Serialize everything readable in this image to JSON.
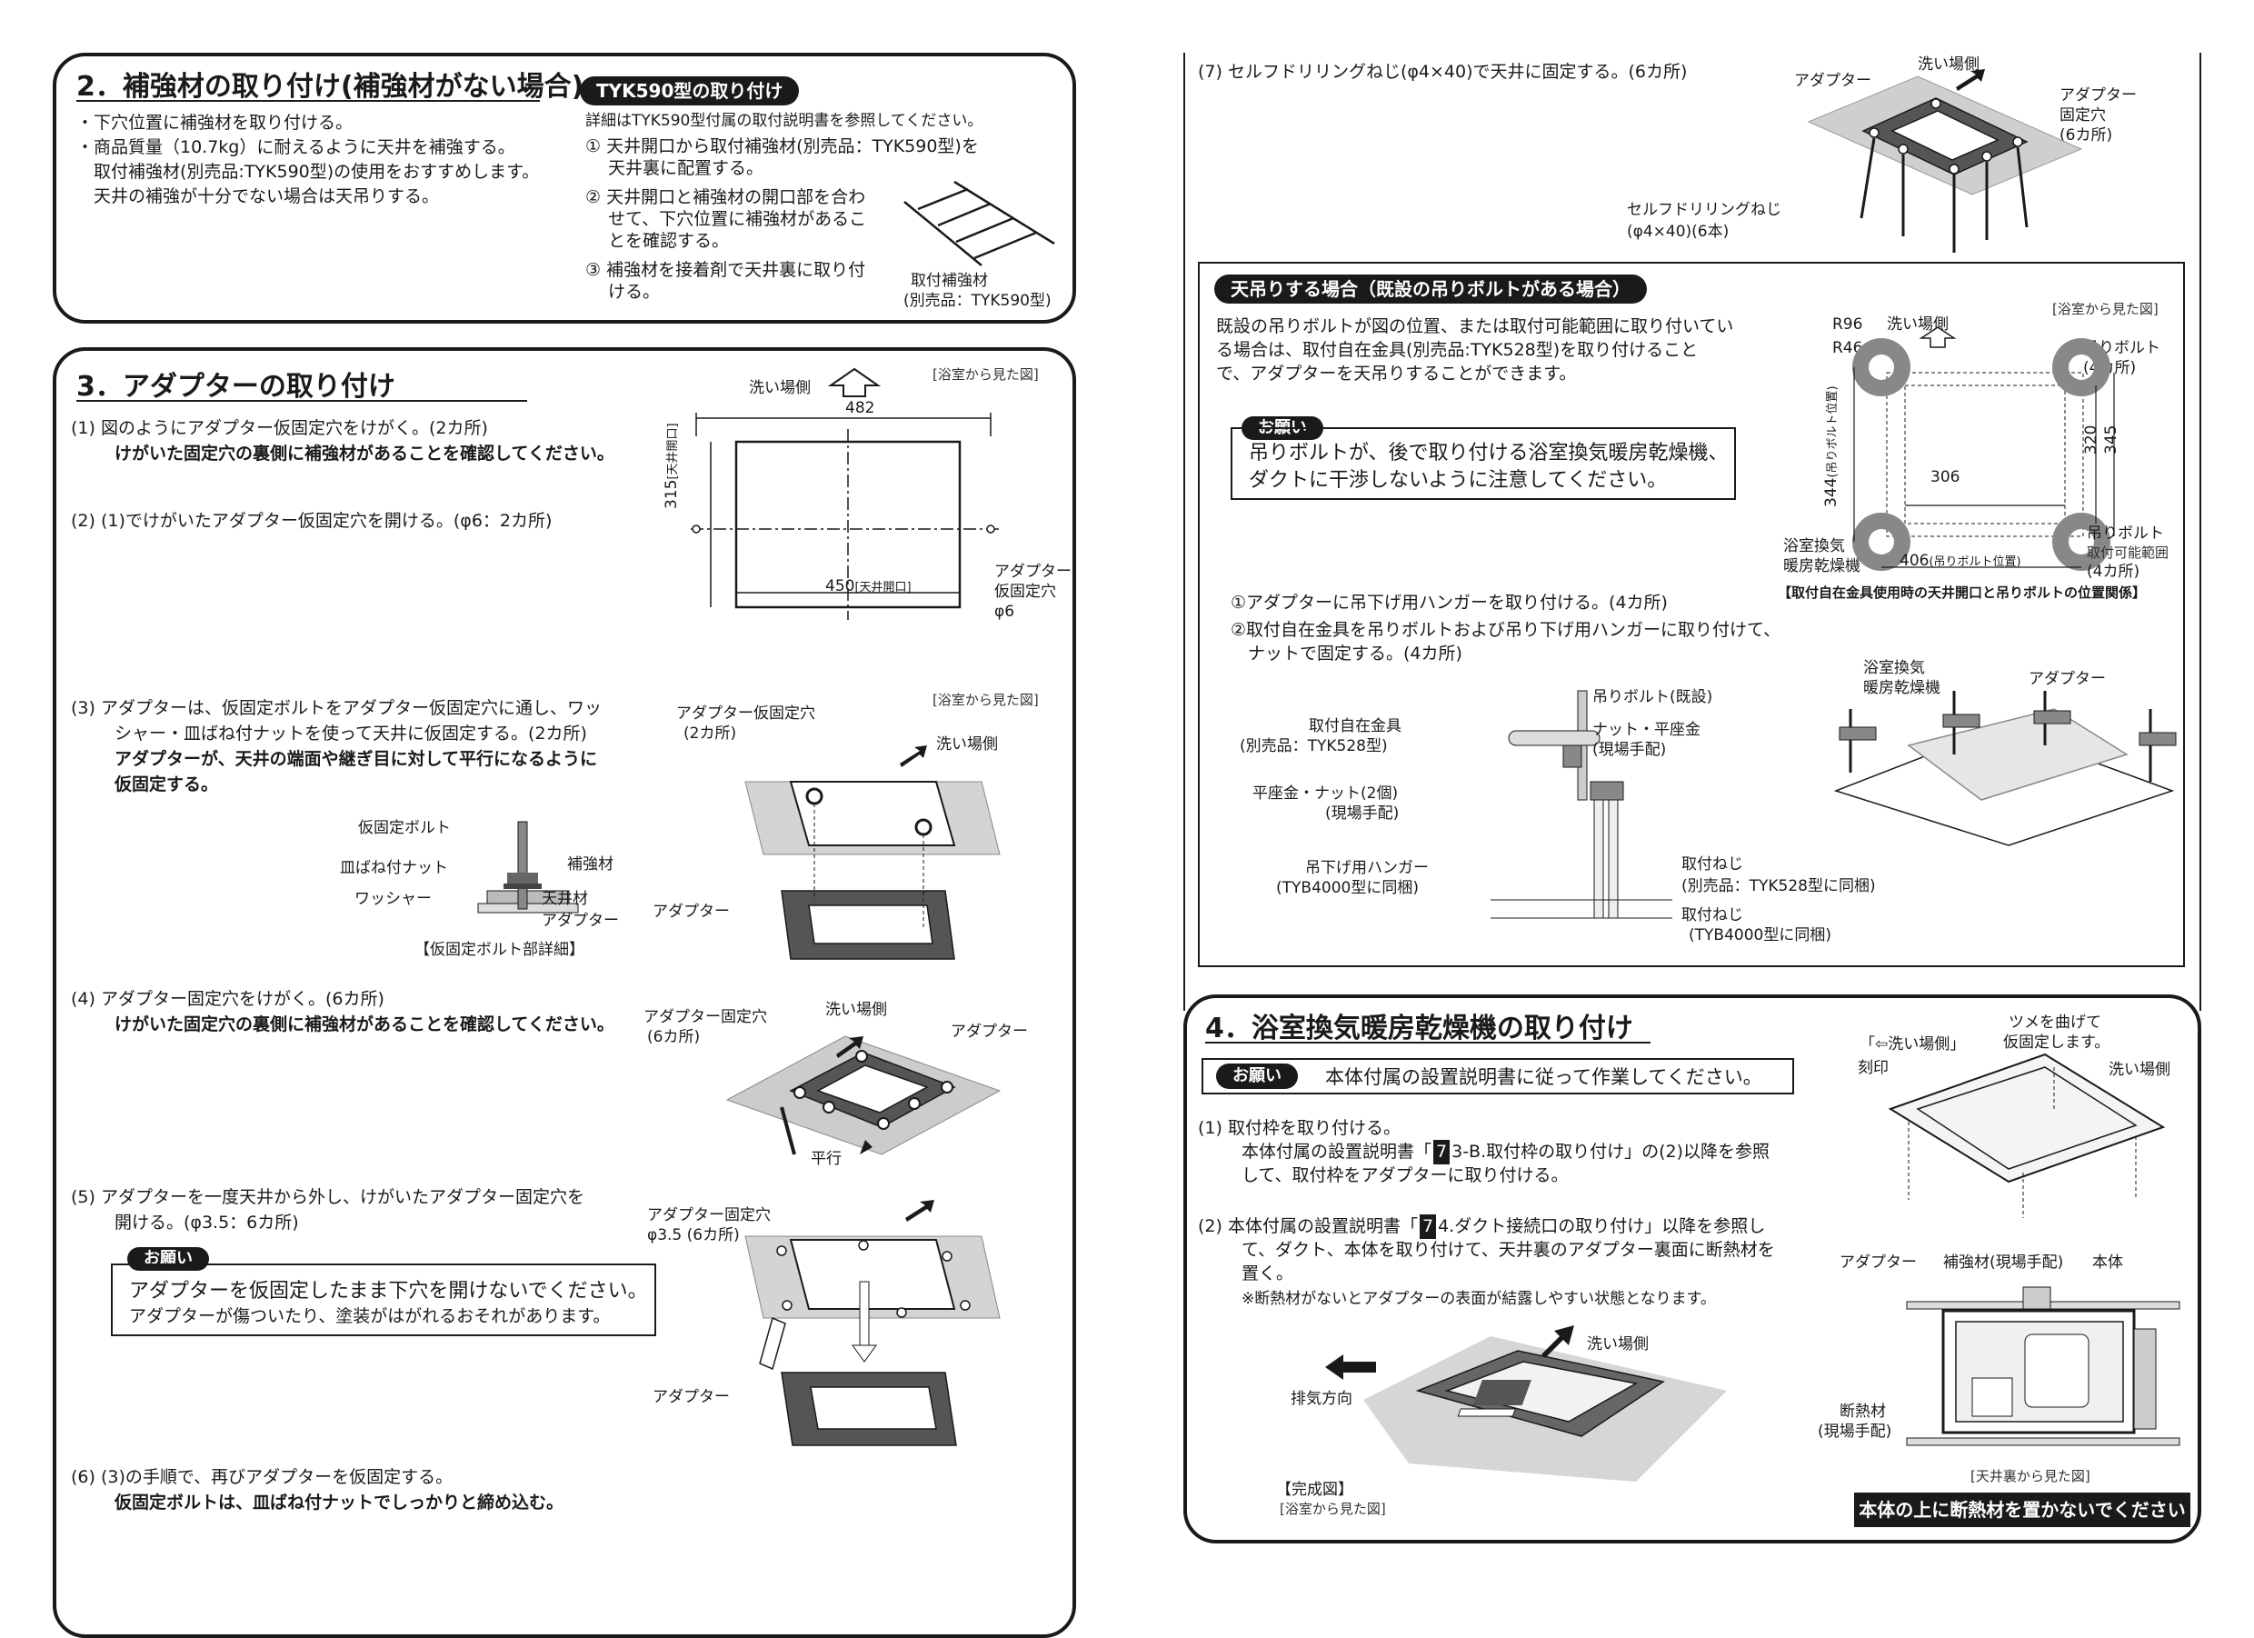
{
  "sec2": {
    "title": "2．補強材の取り付け(補強材がない場合)",
    "lines": [
      "・下穴位置に補強材を取り付ける。",
      "・商品質量（10.7kg）に耐えるように天井を補強する。",
      "　取付補強材(別売品:TYK590型)の使用をおすすめします。",
      "　天井の補強が十分でない場合は天吊りする。"
    ],
    "tyk_pill": "TYK590型の取り付け",
    "tyk_intro": "詳細はTYK590型付属の取付説明書を参照してください。",
    "tyk_steps": [
      "① 天井開口から取付補強材(別売品：TYK590型)を",
      "　 天井裏に配置する。",
      "② 天井開口と補強材の開口部を合わ",
      "　 せて、下穴位置に補強材があるこ",
      "　 とを確認する。",
      "③ 補強材を接着剤で天井裏に取り付",
      "　 ける。"
    ],
    "fig_label1": "取付補強材",
    "fig_label2": "(別売品：TYK590型)"
  },
  "sec3": {
    "title": "3．アダプターの取り付け",
    "s1a": "(1) 図のようにアダプター仮固定穴をけがく。(2カ所)",
    "s1b": "けがいた固定穴の裏側に補強材があることを確認してください。",
    "s2": "(2) (1)でけがいたアダプター仮固定穴を開ける。(φ6：2カ所)",
    "s3a": "(3) アダプターは、仮固定ボルトをアダプター仮固定穴に通し、ワッ",
    "s3b": "シャー・皿ばね付ナットを使って天井に仮固定する。(2カ所)",
    "s3c": "アダプターが、天井の端面や継ぎ目に対して平行になるように",
    "s3d": "仮固定する。",
    "s4a": "(4) アダプター固定穴をけがく。(6カ所)",
    "s4b": "けがいた固定穴の裏側に補強材があることを確認してください。",
    "s5a": "(5) アダプターを一度天井から外し、けがいたアダプター固定穴を",
    "s5b": "開ける。(φ3.5：6カ所)",
    "onegai": "お願い",
    "note5a": "アダプターを仮固定したまま下穴を開けないでください。",
    "note5b": "アダプターが傷ついたり、塗装がはがれるおそれがあります。",
    "s6a": "(6) (3)の手順で、再びアダプターを仮固定する。",
    "s6b": "仮固定ボルトは、皿ばね付ナットでしっかりと締め込む。",
    "view_label": "[浴室から見た図]",
    "wash_side": "洗い場側",
    "dim_482": "482",
    "dim_315": "315",
    "dim_315_sub": "[天井開口]",
    "dim_450": "450",
    "dim_450_sub": "[天井開口]",
    "adapter_hole1": "アダプター",
    "adapter_hole2": "仮固定穴",
    "adapter_hole3": "φ6",
    "f3_holes": "アダプター仮固定穴",
    "f3_holes2": "(2カ所)",
    "adapter": "アダプター",
    "bolt": "仮固定ボルト",
    "nut": "皿ばね付ナット",
    "reinforce": "補強材",
    "washer": "ワッシャー",
    "ceiling": "天井材",
    "bolt_detail": "【仮固定ボルト部詳細】",
    "f4_holes": "アダプター固定穴",
    "f4_holes2": "(6カ所)",
    "parallel": "平行",
    "f5_holes": "アダプター固定穴",
    "f5_holes2": "φ3.5 (6カ所)"
  },
  "sec7": {
    "s7": "(7) セルフドリリングねじ(φ4×40)で天井に固定する。(6カ所)",
    "adapter": "アダプター",
    "wash_side": "洗い場側",
    "fix_hole1": "アダプター",
    "fix_hole2": "固定穴",
    "fix_hole3": "(6カ所)",
    "screw1": "セルフドリリングねじ",
    "screw2": "(φ4×40)(6本)"
  },
  "hang": {
    "pill": "天吊りする場合（既設の吊りボルトがある場合）",
    "p1": "既設の吊りボルトが図の位置、または取付可能範囲に取り付いてい",
    "p2": "る場合は、取付自在金具(別売品:TYK528型)を取り付けること",
    "p3": "で、アダプターを天吊りすることができます。",
    "onegai": "お願い",
    "note1": "吊りボルトが、後で取り付ける浴室換気暖房乾燥機、",
    "note2": "ダクトに干渉しないように注意してください。",
    "view_label": "[浴室から見た図]",
    "r96": "R96",
    "r46": "R46",
    "wash_side": "洗い場側",
    "bolt1": "吊りボルト",
    "bolt2": "(4カ所)",
    "d320": "320",
    "d345": "345",
    "d306": "306",
    "d344": "344",
    "d344_sub": "(吊りボルト位置)",
    "d406": "406",
    "d406_sub": "(吊りボルト位置)",
    "unit1": "浴室換気",
    "unit2": "暖房乾燥機",
    "range1": "吊りボルト",
    "range2": "取付可能範囲",
    "range3": "(4カ所)",
    "caption": "【取付自在金具使用時の天井開口と吊りボルトの位置関係】",
    "step1": "①アダプターに吊下げ用ハンガーを取り付ける。(4カ所)",
    "step2a": "②取付自在金具を吊りボルトおよび吊り下げ用ハンガーに取り付けて、",
    "step2b": "　ナットで固定する。(4カ所)",
    "l_bolt": "吊りボルト(既設)",
    "l_fitting1": "取付自在金具",
    "l_fitting2": "(別売品：TYK528型)",
    "l_nut1": "ナット・平座金",
    "l_nut2": "(現場手配)",
    "l_washer1": "平座金・ナット(2個)",
    "l_washer2": "(現場手配)",
    "l_hanger1": "吊下げ用ハンガー",
    "l_hanger2": "(TYB4000型に同梱)",
    "l_screw1": "取付ねじ",
    "l_screw2": "(別売品：TYK528型に同梱)",
    "l_screw3": "取付ねじ",
    "l_screw4": "(TYB4000型に同梱)",
    "r_unit1": "浴室換気",
    "r_unit2": "暖房乾燥機",
    "r_adapter": "アダプター"
  },
  "sec4": {
    "title": "4．浴室換気暖房乾燥機の取り付け",
    "onegai": "お願い",
    "onegai_text": "本体付属の設置説明書に従って作業してください。",
    "s1": "(1) 取付枠を取り付ける。",
    "s1b_pre": "本体付属の設置説明書「",
    "s1b_num": "7",
    "s1b_post": "3-B.取付枠の取り付け」の(2)以降を参照",
    "s1c": "して、取付枠をアダプターに取り付ける。",
    "s2_pre": "(2) 本体付属の設置説明書「",
    "s2_num": "7",
    "s2_post": "4.ダクト接続口の取り付け」以降を参照し",
    "s2b": "て、ダクト、本体を取り付けて、天井裏のアダプター裏面に断熱材を",
    "s2c": "置く。",
    "s2d": "※断熱材がないとアダプターの表面が結露しやすい状態となります。",
    "exhaust": "排気方向",
    "wash_side": "洗い場側",
    "complete1": "【完成図】",
    "complete2": "[浴室から見た図]",
    "mark1": "「⇦洗い場側」",
    "mark2": "刻印",
    "claw1": "ツメを曲げて",
    "claw2": "仮固定します。",
    "wash_side2": "洗い場側",
    "adapter": "アダプター",
    "reinforce": "補強材(現場手配)",
    "body": "本体",
    "insul1": "断熱材",
    "insul2": "(現場手配)",
    "view2": "[天井裏から見た図]",
    "warning": "本体の上に断熱材を置かないでください"
  }
}
